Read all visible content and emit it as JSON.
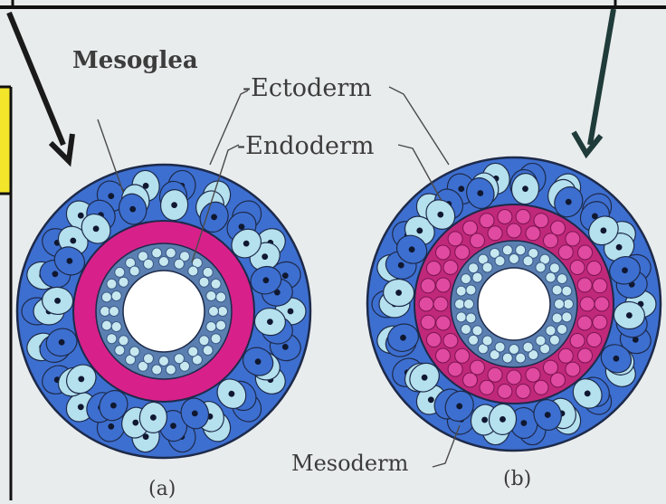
{
  "labels": {
    "mesoglea": "Mesoglea",
    "ectoderm": "-Ectoderm",
    "endoderm": "-Endoderm",
    "mesoderm": "Mesoderm",
    "caption_a": "(a)",
    "caption_b": "(b)"
  },
  "colors": {
    "background": "#e9ecec",
    "outline": "#1d2a4a",
    "cell_dark": "#3d6fd0",
    "cell_light": "#b5e0ee",
    "mesoglea": "#d8208a",
    "mesoderm": "#c0287a",
    "mesoderm_cell": "#e04aa0",
    "endoderm": "#5a7fb0",
    "endoderm_cell": "#c8e8f0",
    "lumen": "#ffffff",
    "yellow_tab": "#f2e52a",
    "arrow": "#1a1a1a",
    "arrow_right": "#1f3b3a",
    "label_text": "#3c3c3c"
  }
}
